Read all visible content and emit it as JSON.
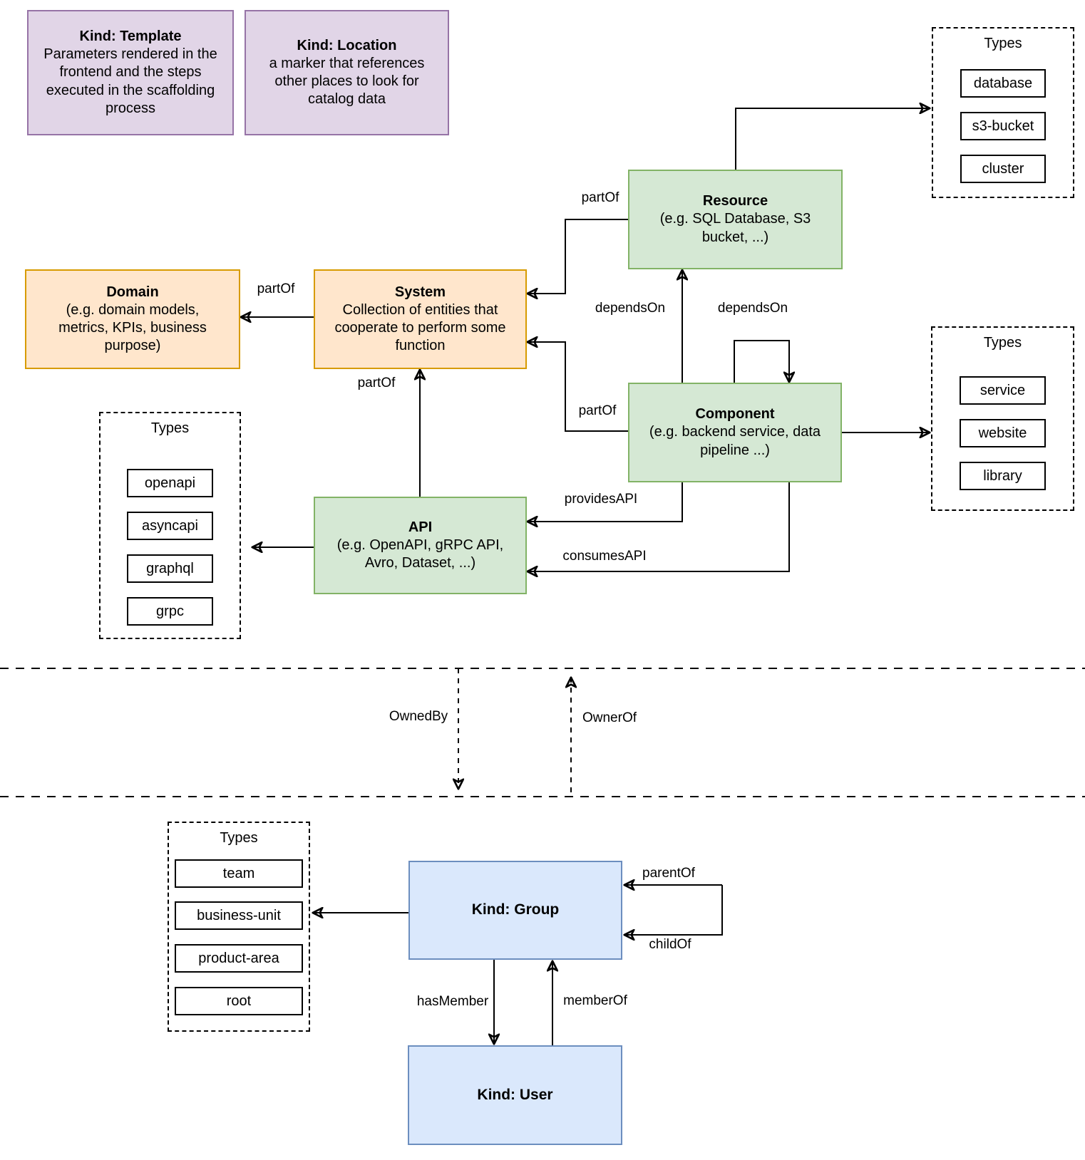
{
  "colors": {
    "purple_fill": "#E1D5E7",
    "purple_stroke": "#9673A6",
    "orange_fill": "#FFE6CC",
    "orange_stroke": "#D79B00",
    "green_fill": "#D5E8D4",
    "green_stroke": "#82B366",
    "blue_fill": "#DAE8FC",
    "blue_stroke": "#6C8EBF",
    "line": "#000000",
    "background": "#FFFFFF"
  },
  "notes": {
    "template": {
      "title": "Kind: Template",
      "body": "Parameters rendered in the frontend and the steps executed in  the scaffolding process"
    },
    "location": {
      "title": "Kind: Location",
      "body": "a marker that references other places to look for catalog data"
    }
  },
  "entities": {
    "resource": {
      "title": "Resource",
      "desc": "(e.g. SQL Database, S3 bucket, ...)"
    },
    "domain": {
      "title": "Domain",
      "desc": "(e.g.  domain models, metrics, KPIs, business purpose)"
    },
    "system": {
      "title": "System",
      "desc": "Collection of entities that cooperate to perform some function"
    },
    "component": {
      "title": "Component",
      "desc": "(e.g. backend service, data pipeline ...)"
    },
    "api": {
      "title": "API",
      "desc": "(e.g. OpenAPI, gRPC API, Avro, Dataset, ...)"
    },
    "group": {
      "title": "Kind: Group"
    },
    "user": {
      "title": "Kind: User"
    }
  },
  "type_groups": {
    "resource_types": {
      "title": "Types",
      "items": [
        "database",
        "s3-bucket",
        "cluster"
      ]
    },
    "component_types": {
      "title": "Types",
      "items": [
        "service",
        "website",
        "library"
      ]
    },
    "api_types": {
      "title": "Types",
      "items": [
        "openapi",
        "asyncapi",
        "graphql",
        "grpc"
      ]
    },
    "group_types": {
      "title": "Types",
      "items": [
        "team",
        "business-unit",
        "product-area",
        "root"
      ]
    }
  },
  "edge_labels": {
    "resource_part_of": "partOf",
    "system_part_of": "partOf",
    "component_part_of": "partOf",
    "api_part_of": "partOf",
    "component_depends_on_resource": "dependsOn",
    "component_depends_on_component": "dependsOn",
    "provides_api": "providesAPI",
    "consumes_api": "consumesAPI",
    "owned_by": "OwnedBy",
    "owner_of": "OwnerOf",
    "parent_of": "parentOf",
    "child_of": "childOf",
    "has_member": "hasMember",
    "member_of": "memberOf"
  }
}
